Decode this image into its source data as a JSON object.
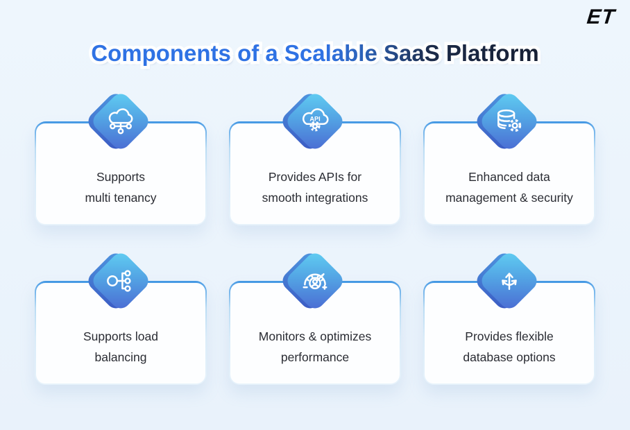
{
  "logo": {
    "text": "ET"
  },
  "header": {
    "title": "Components of a Scalable SaaS Platform"
  },
  "colors": {
    "background": "#eef6fd",
    "title_blue": "#2f72e4",
    "title_dark": "#161f33",
    "card_border_top": "#3e94e2",
    "diamond_light": "#61d1f3",
    "diamond_dark": "#4a68d2",
    "diamond_shadow": "#3a58c2",
    "text": "#2a2c33"
  },
  "cards": [
    {
      "icon": "cloud-network-icon",
      "line1": "Supports",
      "line2": "multi tenancy"
    },
    {
      "icon": "api-cloud-icon",
      "line1": "Provides APIs for",
      "line2": "smooth integrations"
    },
    {
      "icon": "database-gear-icon",
      "line1": "Enhanced data",
      "line2": "management & security"
    },
    {
      "icon": "load-balancer-icon",
      "line1": "Supports load",
      "line2": "balancing"
    },
    {
      "icon": "performance-gauge-icon",
      "line1": "Monitors & optimizes",
      "line2": "performance"
    },
    {
      "icon": "split-arrows-icon",
      "line1": "Provides flexible",
      "line2": "database options"
    }
  ]
}
